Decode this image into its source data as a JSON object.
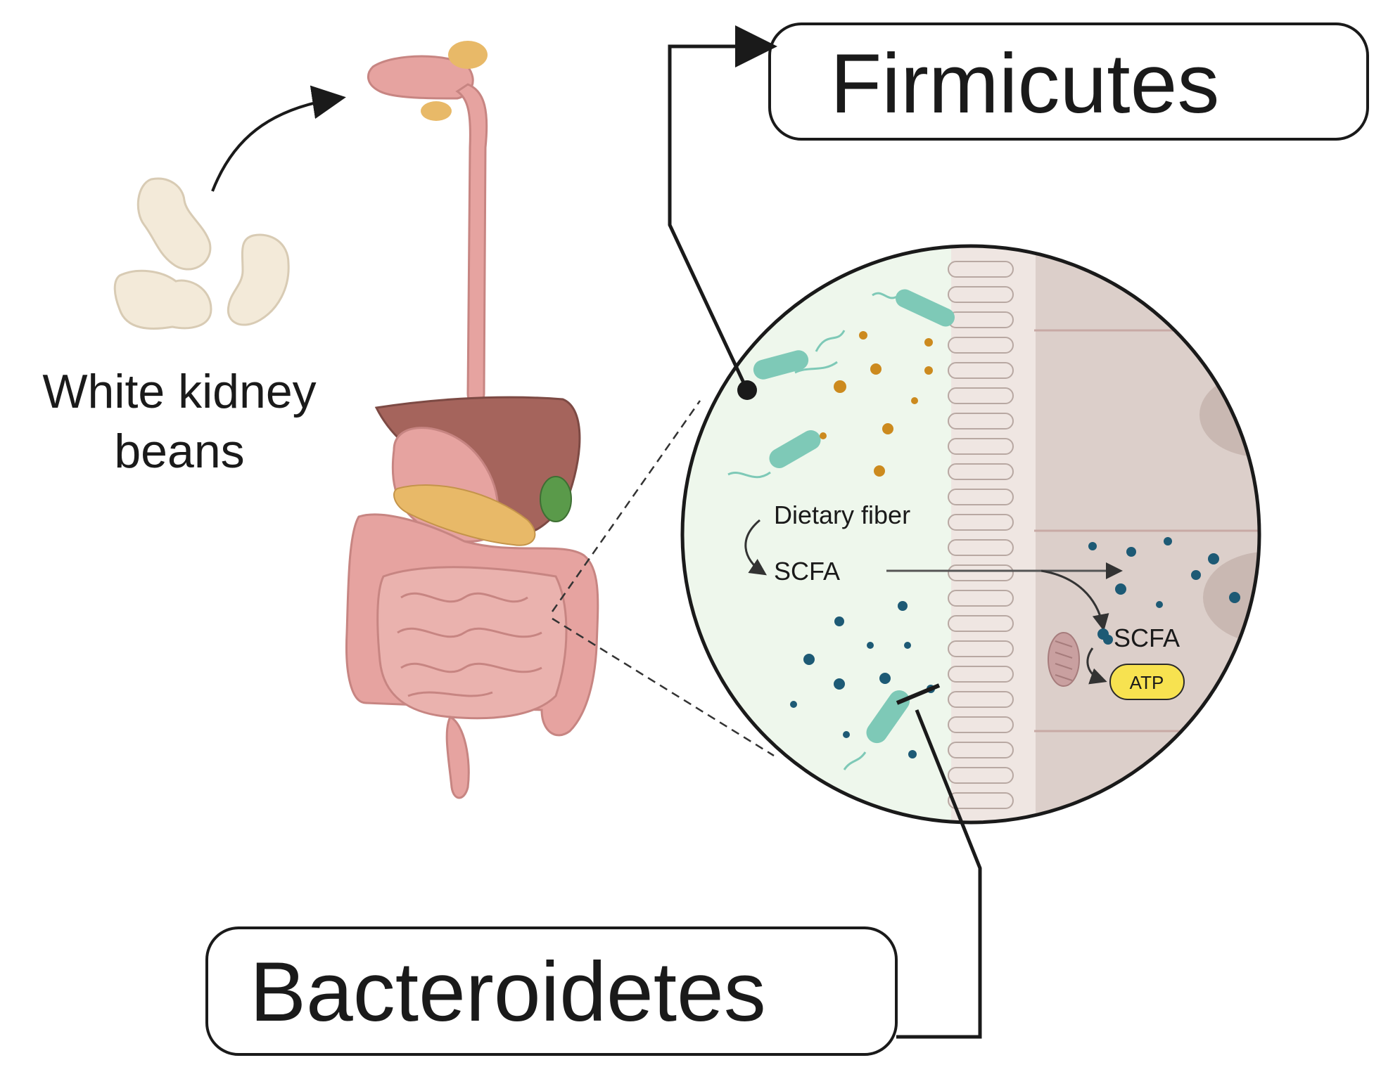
{
  "beans_label": {
    "line1": "White kidney",
    "line2": "beans"
  },
  "firmicutes_label": "Firmicutes",
  "bacteroidetes_label": "Bacteroidetes",
  "inset": {
    "dietary_fiber": "Dietary fiber",
    "scfa_lumen": "SCFA",
    "scfa_cell": "SCFA",
    "atp": "ATP"
  },
  "colors": {
    "bean": "#f3ead9",
    "organ_pink": "#e6a3a0",
    "liver": "#a5645c",
    "gallbladder": "#5a9a4a",
    "pancreas": "#e8b968",
    "lumen": "#eef7ec",
    "villi": "#efe6e2",
    "cell": "#dccfca",
    "bacteria": "#7ec9b7",
    "scfa_dot": "#1d5a75",
    "fiber_dot": "#cc8a1e",
    "atp": "#f7e250"
  }
}
